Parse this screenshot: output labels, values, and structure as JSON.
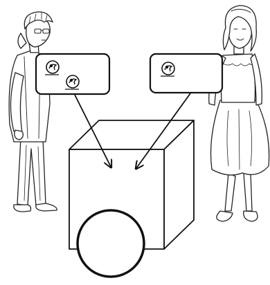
{
  "figures": [
    {
      "kind": "person",
      "description_icon": "boy-figure"
    },
    {
      "kind": "person",
      "description_icon": "girl-figure"
    }
  ],
  "thought_boxes": [
    {
      "owner": "boy",
      "token_icons": [
        "swirl-token-icon",
        "swirl-token-icon"
      ]
    },
    {
      "owner": "girl",
      "token_icons": [
        "swirl-token-icon"
      ]
    }
  ],
  "box": {
    "shape": "cube",
    "opening": "circle"
  },
  "arrows": [
    {
      "from": "left-thought-box",
      "to": "cube"
    },
    {
      "from": "right-thought-box",
      "to": "cube"
    }
  ],
  "colors": {
    "line": "#111111",
    "fill": "#ffffff"
  }
}
